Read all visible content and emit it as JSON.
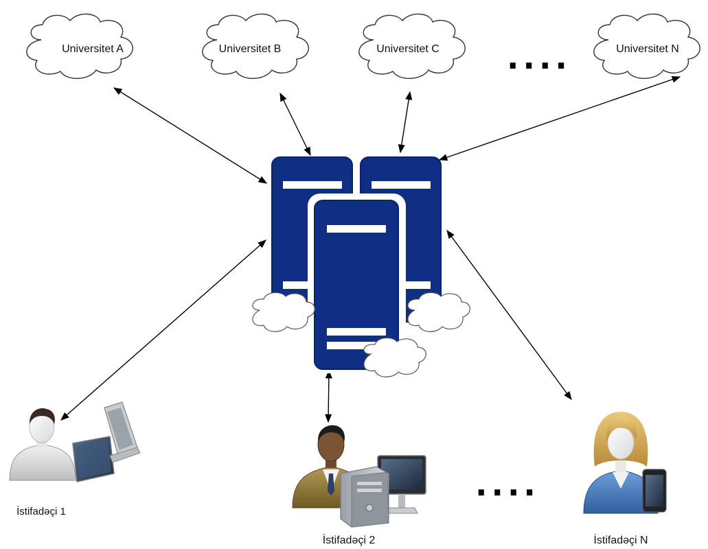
{
  "universities": [
    {
      "label": "Universitet A"
    },
    {
      "label": "Universitet B"
    },
    {
      "label": "Universitet C"
    },
    {
      "label": "Universitet N"
    }
  ],
  "university_ellipsis": "....",
  "users": [
    {
      "label": "İstifadəçi 1",
      "device": "laptop"
    },
    {
      "label": "İstifadəçi 2",
      "device": "desktop"
    },
    {
      "label": "İstifadəçi N",
      "device": "phone"
    }
  ],
  "user_ellipsis": "....",
  "colors": {
    "server": "#0f2f84",
    "server_edge": "#0a2266",
    "cloud_fill": "#ffffff",
    "cloud_stroke": "#333333",
    "arrow": "#000000"
  },
  "icons": {
    "server": "server-cluster-icon",
    "user1": "male-user-icon",
    "user2": "businessman-icon",
    "userN": "female-user-icon"
  }
}
